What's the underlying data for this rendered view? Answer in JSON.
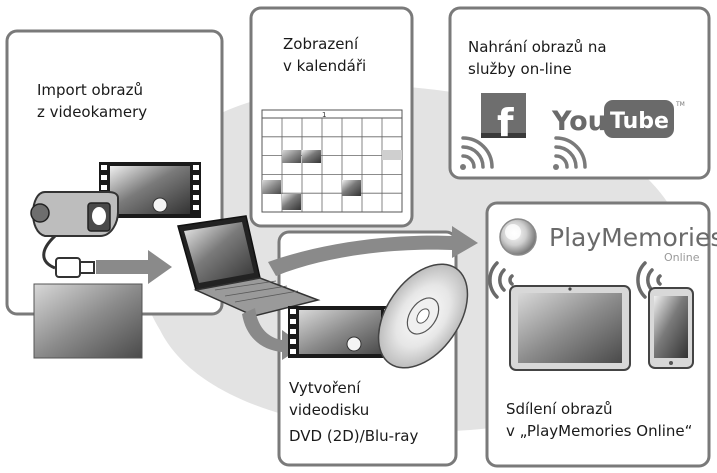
{
  "panels": {
    "import": {
      "line1": "Import obrazů",
      "line2": "z videokamery"
    },
    "calendar": {
      "line1": "Zobrazení",
      "line2": "v kalendáři",
      "header": "1"
    },
    "online": {
      "line1": "Nahrání obrazů na",
      "line2": "služby on-line"
    },
    "disc": {
      "line1": "Vytvoření",
      "line2": "videodisku",
      "line3": "DVD (2D)/Blu-ray"
    },
    "share": {
      "line1": "Sdílení obrazů",
      "line2": "v „PlayMemories Online“"
    }
  },
  "services": {
    "facebook": "f",
    "youtube_you": "You",
    "youtube_tube": "Tube",
    "youtube_tm": "TM"
  },
  "playmemories": {
    "name": "PlayMemories",
    "sub": "Online"
  },
  "icons": [
    "camcorder-icon",
    "usb-plug-icon",
    "laptop-icon",
    "disc-icon",
    "film-strip-icon",
    "wifi-icon",
    "tablet-icon",
    "smartphone-icon",
    "facebook-logo",
    "youtube-logo",
    "playmemories-logo"
  ],
  "colors": {
    "panel_border": "#7a7a7a",
    "background_blob": "#e3e3e3",
    "arrow": "#8a8a8a"
  }
}
